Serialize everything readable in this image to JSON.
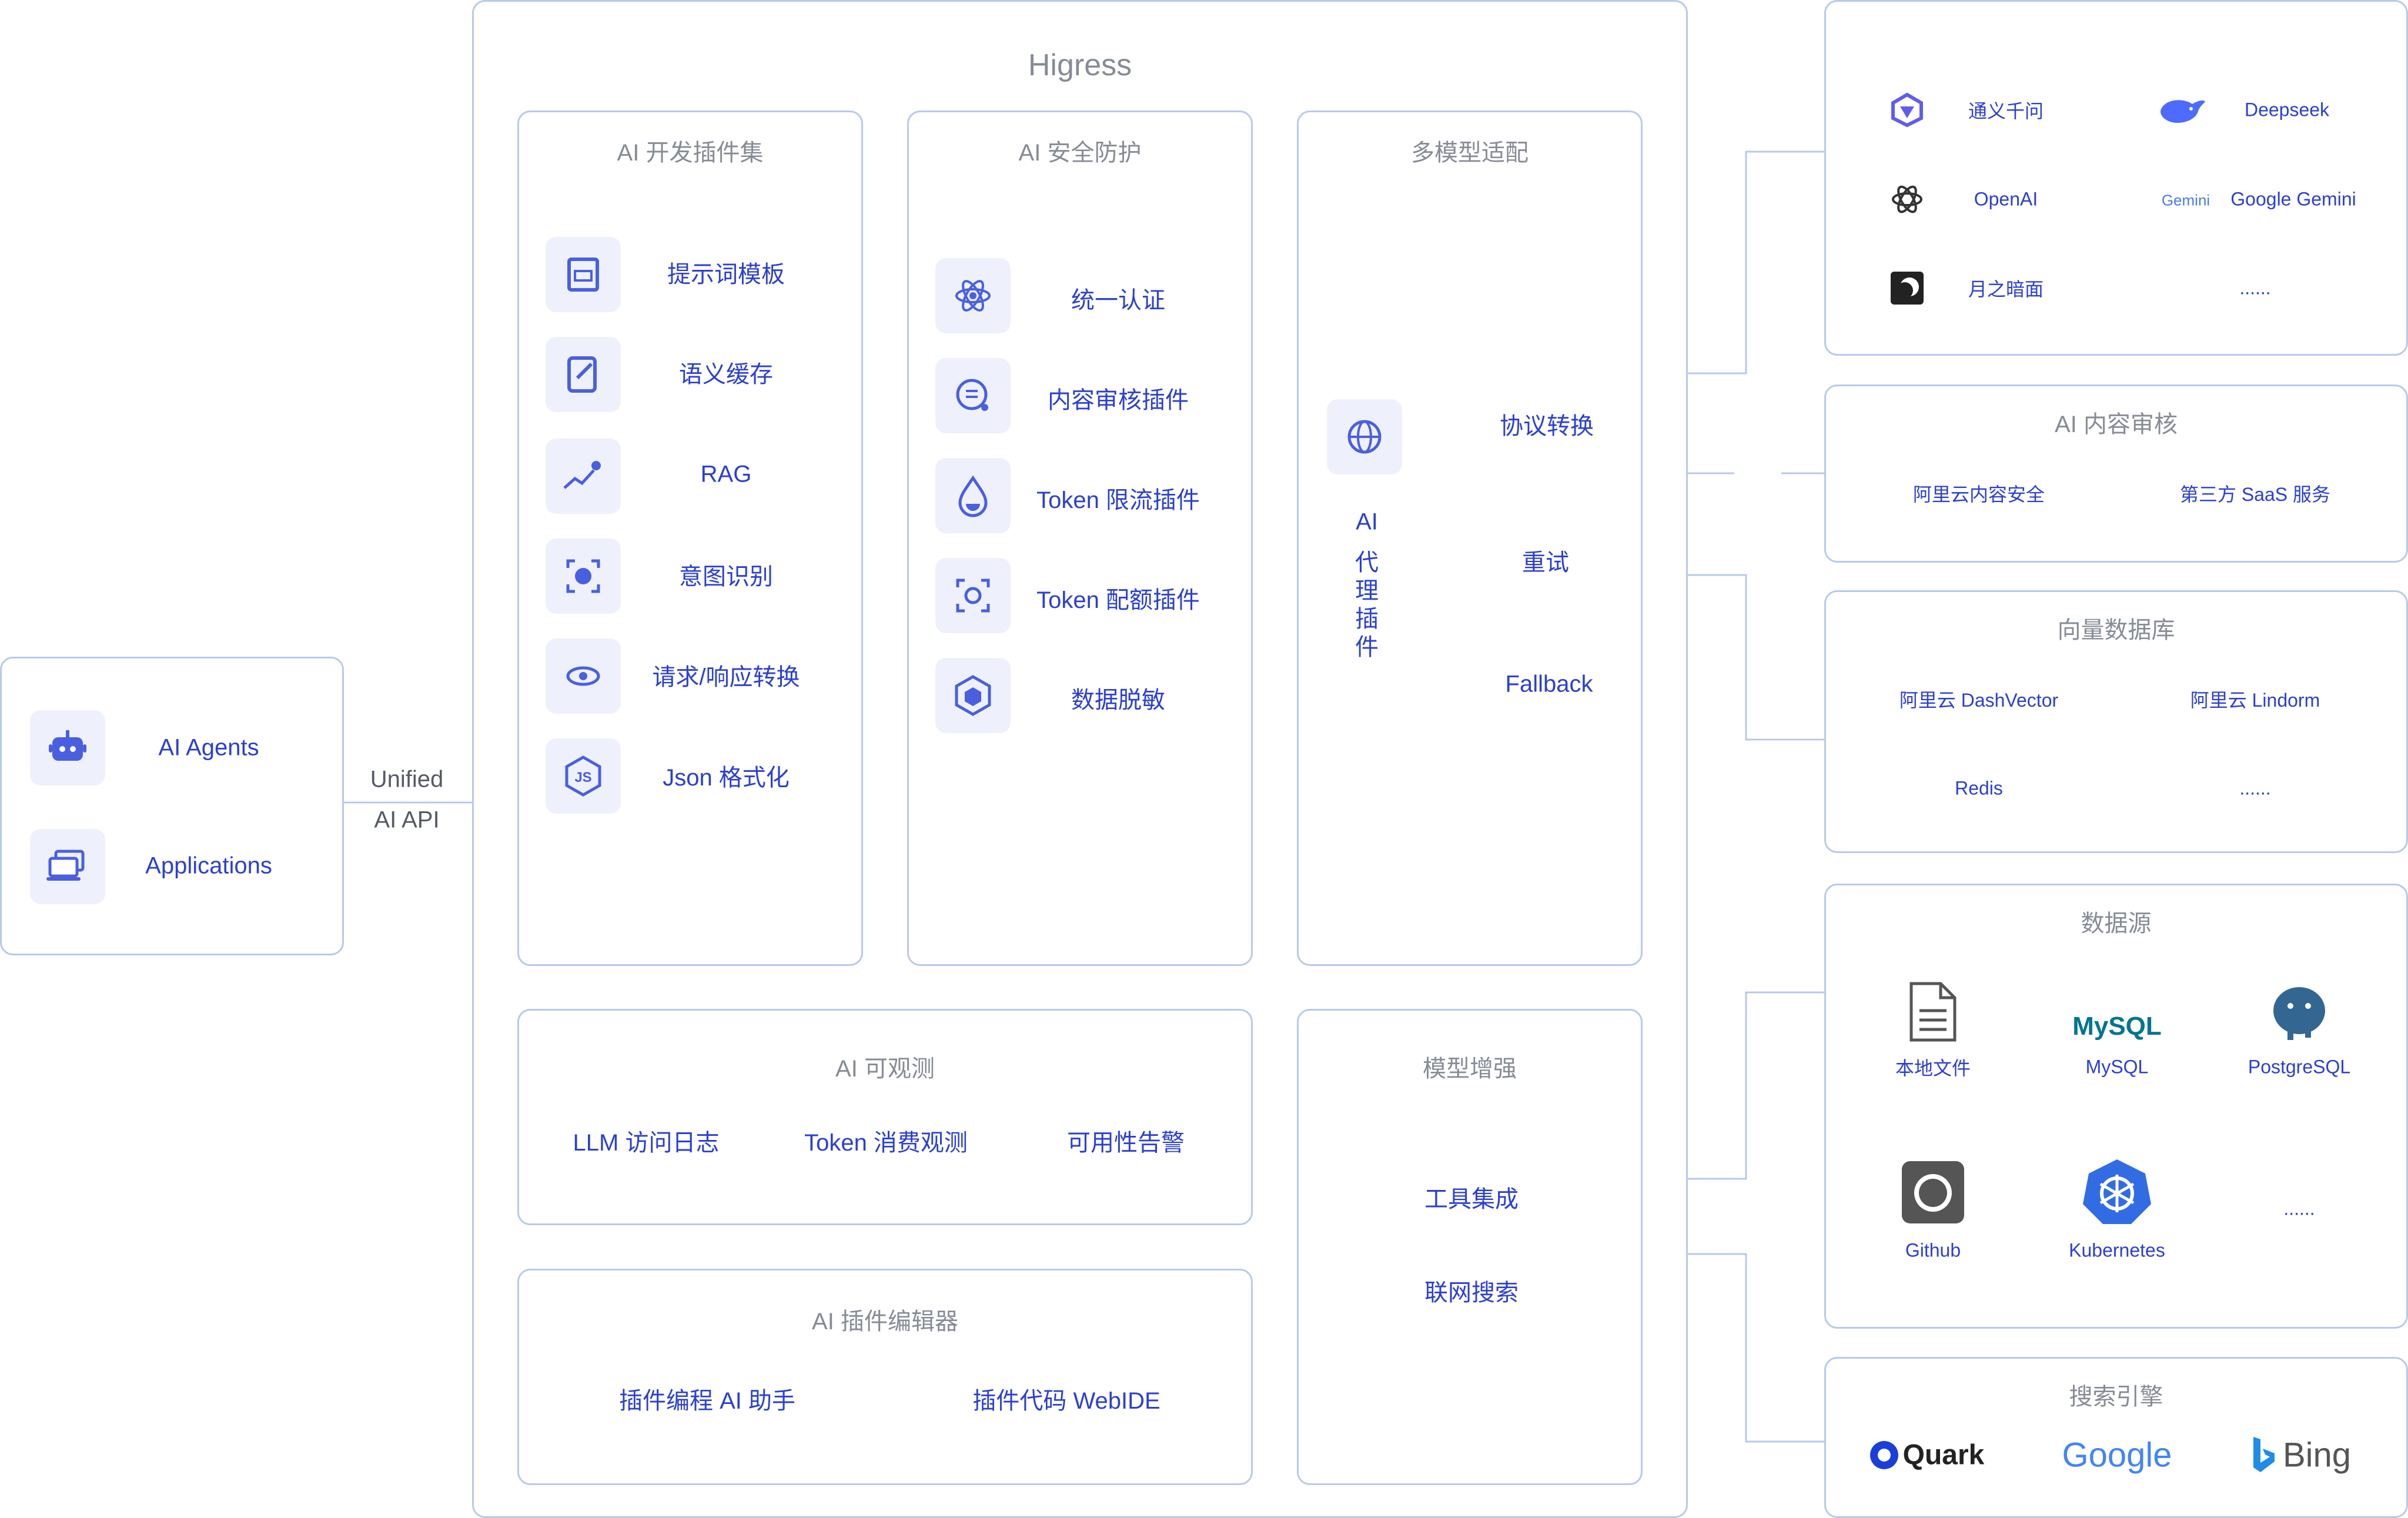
{
  "clients": {
    "agents_label": "AI Agents",
    "applications_label": "Applications",
    "api_line1": "Unified",
    "api_line2": "AI API"
  },
  "gateway": {
    "title": "Higress",
    "dev_plugins": {
      "title": "AI 开发插件集",
      "items": [
        "提示词模板",
        "语义缓存",
        "RAG",
        "意图识别",
        "请求/响应转换",
        "Json 格式化"
      ]
    },
    "security": {
      "title": "AI 安全防护",
      "items": [
        "统一认证",
        "内容审核插件",
        "Token 限流插件",
        "Token 配额插件",
        "数据脱敏"
      ]
    },
    "multi_model": {
      "title": "多模型适配",
      "proxy_label": [
        "AI",
        "代",
        "理",
        "插",
        "件"
      ],
      "branches": [
        "协议转换",
        "重试",
        "Fallback"
      ]
    },
    "observability": {
      "title": "AI 可观测",
      "items": [
        "LLM 访问日志",
        "Token 消费观测",
        "可用性告警"
      ]
    },
    "editor": {
      "title": "AI 插件编辑器",
      "items": [
        "插件编程 AI 助手",
        "插件代码 WebIDE"
      ]
    },
    "enhance": {
      "title": "模型增强",
      "items": [
        "工具集成",
        "联网搜索"
      ]
    }
  },
  "providers": {
    "models": [
      "通义千问",
      "Deepseek",
      "OpenAI",
      "Google Gemini",
      "月之暗面",
      "......"
    ],
    "gemini_logo_text": "Gemini",
    "moderation": {
      "title": "AI 内容审核",
      "items": [
        "阿里云内容安全",
        "第三方 SaaS 服务"
      ]
    },
    "vector_db": {
      "title": "向量数据库",
      "items": [
        "阿里云 DashVector",
        "阿里云 Lindorm",
        "Redis",
        "......"
      ]
    },
    "data_source": {
      "title": "数据源",
      "items": [
        "本地文件",
        "MySQL",
        "PostgreSQL",
        "Github",
        "Kubernetes",
        "......"
      ],
      "mysql_logo_text": "MySQL"
    },
    "search": {
      "title": "搜索引擎",
      "items": [
        "Quark",
        "Google",
        "Bing"
      ]
    }
  },
  "colors": {
    "border": "#b9c9ec",
    "accent": "#2b3fd0",
    "title_gray": "#868b96",
    "icon_bg": "#eef1fb"
  }
}
